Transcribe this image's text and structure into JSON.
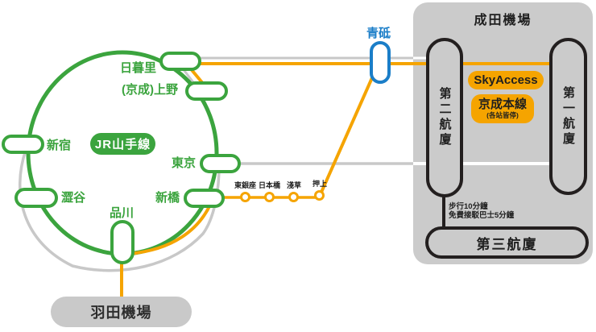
{
  "colors": {
    "green": "#3BA43E",
    "orange": "#F5A400",
    "blue": "#1B7EC8",
    "line_gray": "#C8C8C8",
    "panel_gray": "#CBCBCB",
    "haneda_gray": "#C9C9C9",
    "capsule_border": "#231F1F",
    "text_dark": "#1F1F1F"
  },
  "loop": {
    "line_label": "JR山手線",
    "stations": {
      "nippori": "日暮里",
      "keisei_ueno": "(京成)上野",
      "shinjuku": "新宿",
      "shibuya": "澀谷",
      "shinagawa": "品川",
      "tokyo": "東京",
      "shimbashi": "新橋"
    }
  },
  "keisei": {
    "aoto": "青砥",
    "asakusa_line_stations": {
      "higashi_ginza": "東銀座",
      "nihombashi": "日本橋",
      "asakusa": "淺草",
      "oshiage": "押上"
    }
  },
  "narita": {
    "title": "成田機場",
    "terminal2": "第二航廈",
    "terminal1": "第一航廈",
    "terminal3": "第三航廈",
    "skyaccess_label": "SkyAccess",
    "keisei_main_label": "京成本線",
    "keisei_main_note": "(各站皆停)",
    "walk_note": "步行10分鐘",
    "shuttle_note": "免費接駁巴士5分鐘"
  },
  "haneda": {
    "label": "羽田機場"
  }
}
